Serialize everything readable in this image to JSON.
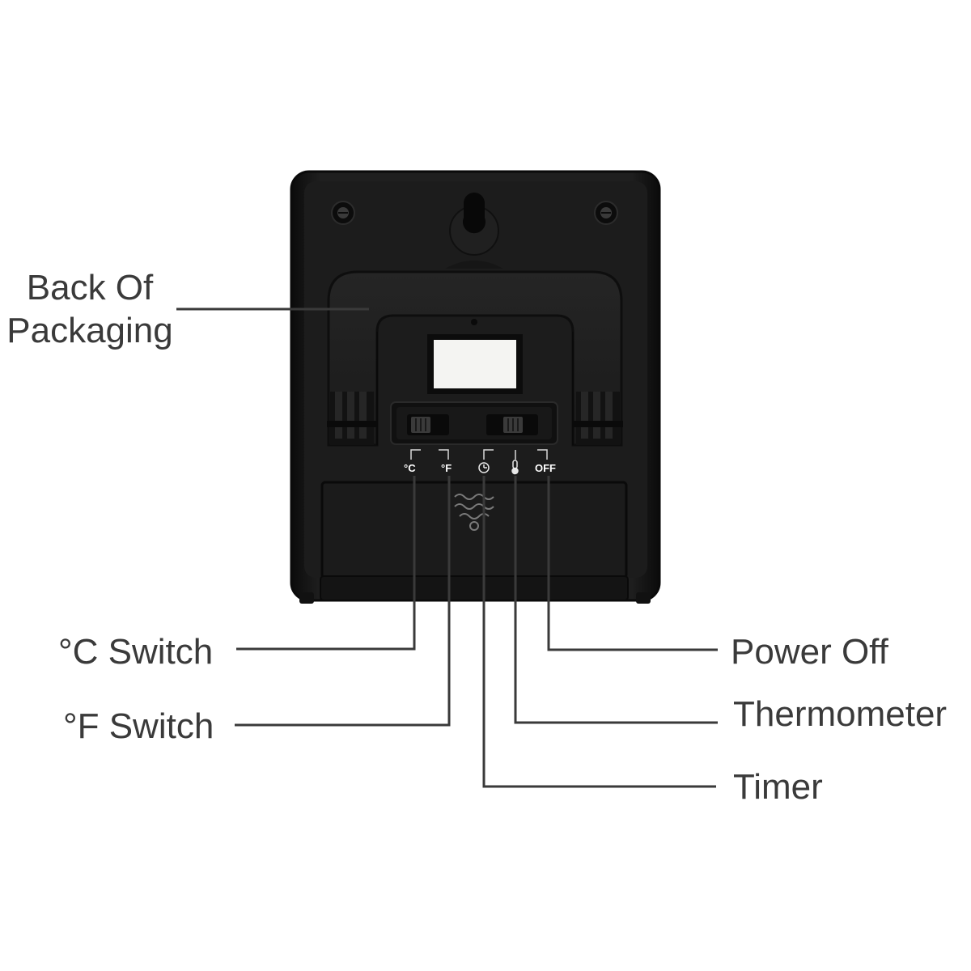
{
  "labels": {
    "back_of_packaging_line1": "Back Of",
    "back_of_packaging_line2": "Packaging",
    "celsius_switch": "°C Switch",
    "fahrenheit_switch": "°F Switch",
    "power_off": "Power Off",
    "thermometer": "Thermometer",
    "timer": "Timer"
  },
  "switch_marks": {
    "celsius": "°C",
    "fahrenheit": "°F",
    "off": "OFF"
  },
  "icons": {
    "timer": "clock-icon",
    "thermometer": "thermometer-icon",
    "battery_cover": "wave-pattern-icon"
  },
  "colors": {
    "device_body": "#181818",
    "label_text": "#3a3a3a",
    "leader_line": "#3a3a3a",
    "display_window": "#f4f4f2"
  }
}
